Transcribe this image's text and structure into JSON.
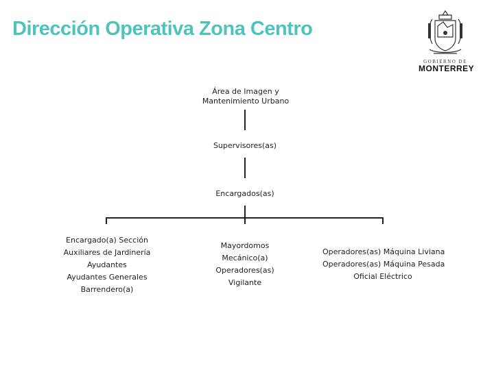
{
  "title": "Dirección Operativa Zona Centro",
  "logo": {
    "line1": "GOBIERNO DE",
    "line2": "MONTERREY",
    "icon": "coat-of-arms-icon"
  },
  "colors": {
    "title": "#4ec3bb",
    "lines": "#222222"
  },
  "org": {
    "top": "Área de Imagen y Mantenimiento Urbano",
    "level2": "Supervisores(as)",
    "level3": "Encargados(as)",
    "branches": [
      [
        "Encargado(a) Sección",
        "Auxiliares de Jardinería",
        "Ayudantes",
        "Ayudantes Generales",
        "Barrendero(a)"
      ],
      [
        "Mayordomos",
        "Mecánico(a)",
        "Operadores(as)",
        "Vigilante"
      ],
      [
        "Operadores(as) Máquina Liviana",
        "Operadores(as) Máquina Pesada",
        "Oficial Eléctrico"
      ]
    ]
  }
}
